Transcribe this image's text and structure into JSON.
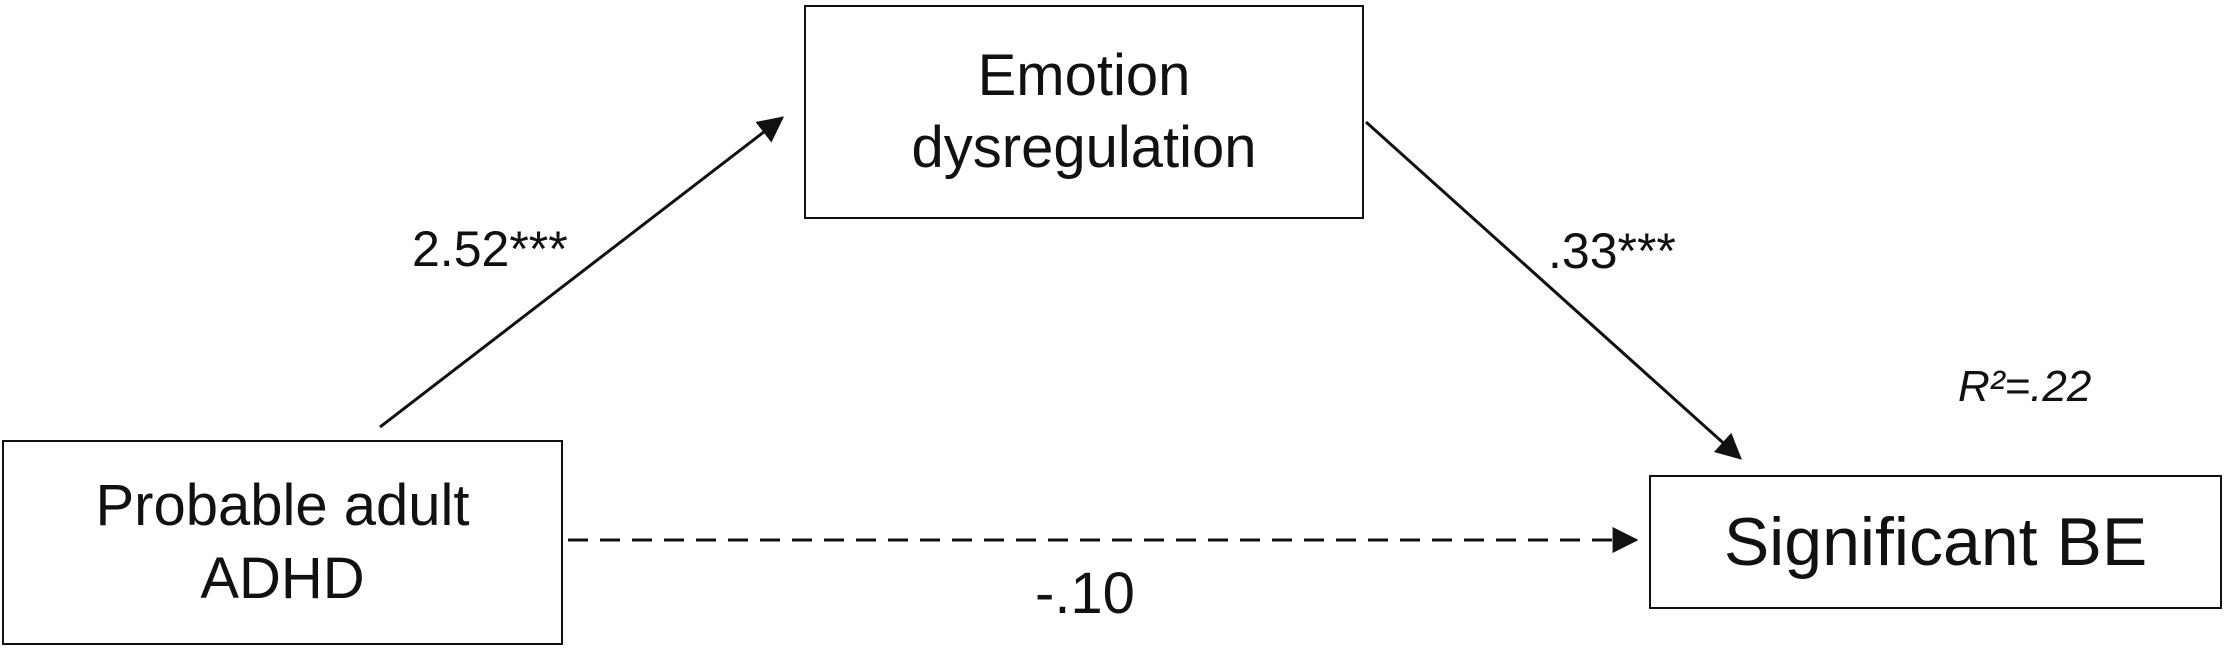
{
  "nodes": {
    "mediator": {
      "line1": "Emotion",
      "line2": "dysregulation"
    },
    "predictor": {
      "line1": "Probable adult",
      "line2": "ADHD"
    },
    "outcome": {
      "label": "Significant BE"
    }
  },
  "paths": {
    "a": {
      "from": "predictor",
      "to": "mediator",
      "coefficient": "2.52***",
      "style": "solid"
    },
    "b": {
      "from": "mediator",
      "to": "outcome",
      "coefficient": ".33***",
      "style": "solid"
    },
    "c_prime": {
      "from": "predictor",
      "to": "outcome",
      "coefficient": "-.10",
      "style": "dashed"
    }
  },
  "r_squared": "R²=.22"
}
